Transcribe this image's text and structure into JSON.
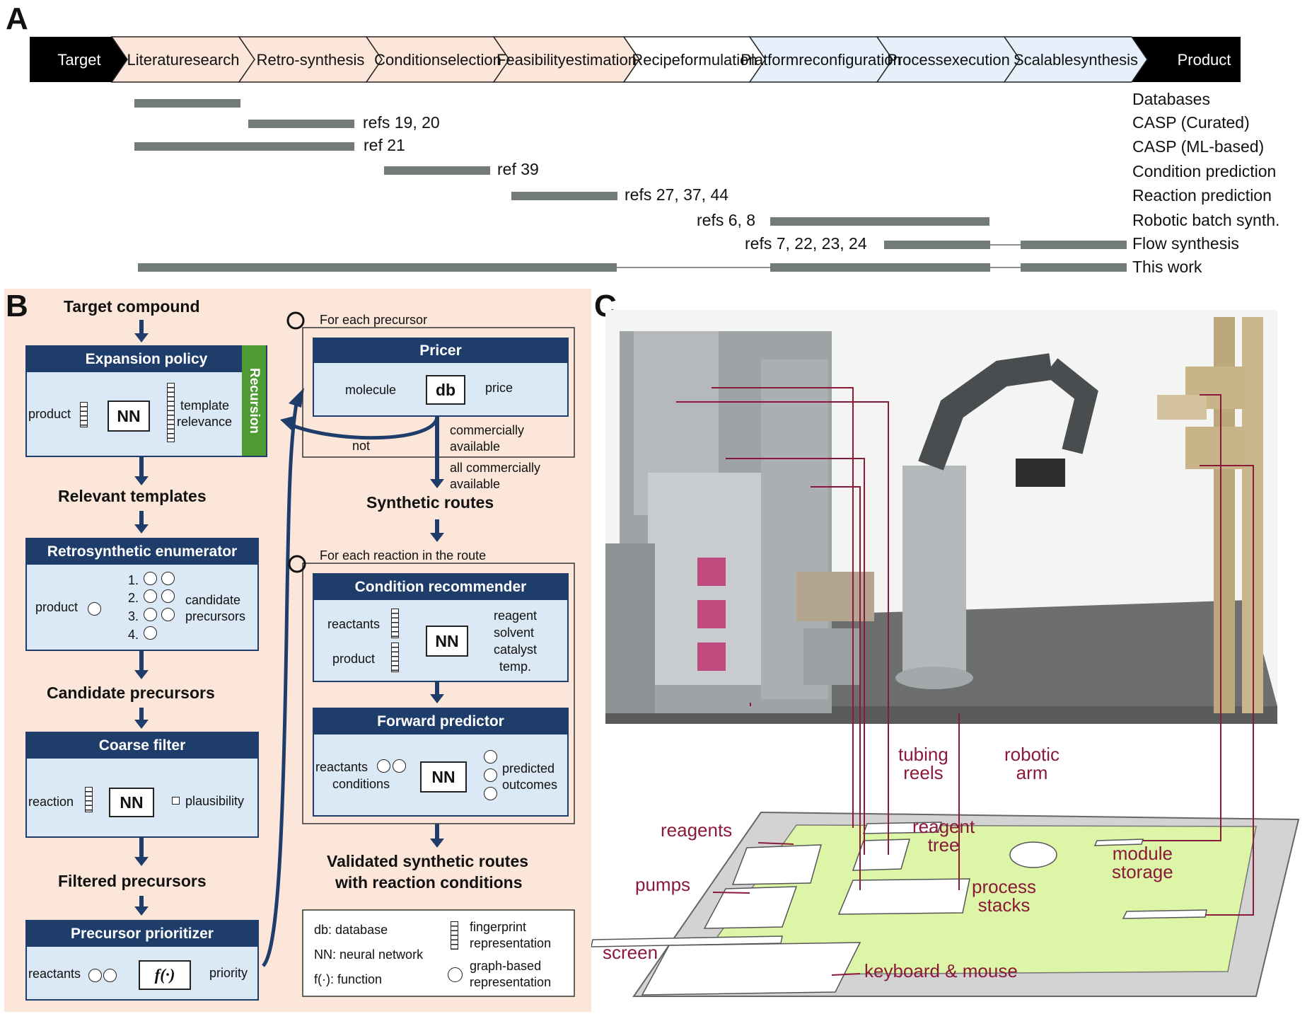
{
  "panel_a": {
    "letter": "A",
    "start": "Target",
    "end": "Product",
    "stages": [
      {
        "l1": "Literature",
        "l2": "search",
        "color": "#fbe6d9"
      },
      {
        "l1": "Retro-",
        "l2": "synthesis",
        "color": "#fbe6d9"
      },
      {
        "l1": "Condition",
        "l2": "selection",
        "color": "#fbe6d9"
      },
      {
        "l1": "Feasibility",
        "l2": "estimation",
        "color": "#fbe6d9"
      },
      {
        "l1": "Recipe",
        "l2": "formulation",
        "color": "#ffffff"
      },
      {
        "l1": "Platform",
        "l2": "reconfiguration",
        "color": "#e6f0fa"
      },
      {
        "l1": "Process",
        "l2": "execution",
        "color": "#e6f0fa"
      },
      {
        "l1": "Scalable",
        "l2": "synthesis",
        "color": "#e6f0fa"
      }
    ],
    "legend": [
      "Databases",
      "CASP (Curated)",
      "CASP (ML-based)",
      "Condition prediction",
      "Reaction prediction",
      "Robotic batch synth.",
      "Flow synthesis",
      "This work"
    ],
    "refs": [
      "refs 19, 20",
      "ref 21",
      "ref 39",
      "refs 27, 37, 44",
      "refs 6, 8",
      "refs 7, 22, 23, 24"
    ]
  },
  "panel_b": {
    "letter": "B",
    "target_compound": "Target compound",
    "expansion": {
      "title": "Expansion policy",
      "product": "product",
      "nn": "NN",
      "out1": "template",
      "out2": "relevance",
      "recursion": "Recursion"
    },
    "relevant_templates": "Relevant templates",
    "enumerator": {
      "title": "Retrosynthetic enumerator",
      "product": "product",
      "nums": [
        "1.",
        "2.",
        "3.",
        "4."
      ],
      "out1": "candidate",
      "out2": "precursors"
    },
    "candidate_precursors": "Candidate precursors",
    "coarse": {
      "title": "Coarse filter",
      "input": "reaction",
      "nn": "NN",
      "out": "plausibility"
    },
    "filtered_precursors": "Filtered precursors",
    "prioritizer": {
      "title": "Precursor prioritizer",
      "input": "reactants",
      "func": "f(·)",
      "out": "priority"
    },
    "for_each_precursor": "For each precursor",
    "pricer": {
      "title": "Pricer",
      "input": "molecule",
      "db": "db",
      "out": "price"
    },
    "not": "not",
    "commercially1": "commercially",
    "available1": "available",
    "all_comm": "all commercially",
    "available2": "available",
    "synthetic_routes": "Synthetic routes",
    "for_each_reaction": "For each reaction in the route",
    "condition": {
      "title": "Condition recommender",
      "in1": "reactants",
      "in2": "product",
      "nn": "NN",
      "outs": [
        "reagent",
        "solvent",
        "catalyst",
        "temp."
      ]
    },
    "forward": {
      "title": "Forward predictor",
      "in1": "reactants",
      "in2": "conditions",
      "nn": "NN",
      "out1": "predicted",
      "out2": "outcomes"
    },
    "validated1": "Validated synthetic routes",
    "validated2": "with reaction conditions",
    "key": {
      "db": "db: database",
      "nn": "NN: neural network",
      "f": "f(·): function",
      "fp1": "fingerprint",
      "fp2": "representation",
      "gr1": "graph-based",
      "gr2": "representation"
    }
  },
  "panel_c": {
    "letter": "C",
    "labels": {
      "tubing1": "tubing",
      "tubing2": "reels",
      "arm1": "robotic",
      "arm2": "arm",
      "reagents": "reagents",
      "tree1": "reagent",
      "tree2": "tree",
      "module1": "module",
      "module2": "storage",
      "pumps": "pumps",
      "stacks1": "process",
      "stacks2": "stacks",
      "screen": "screen",
      "keyboard": "keyboard & mouse"
    }
  }
}
